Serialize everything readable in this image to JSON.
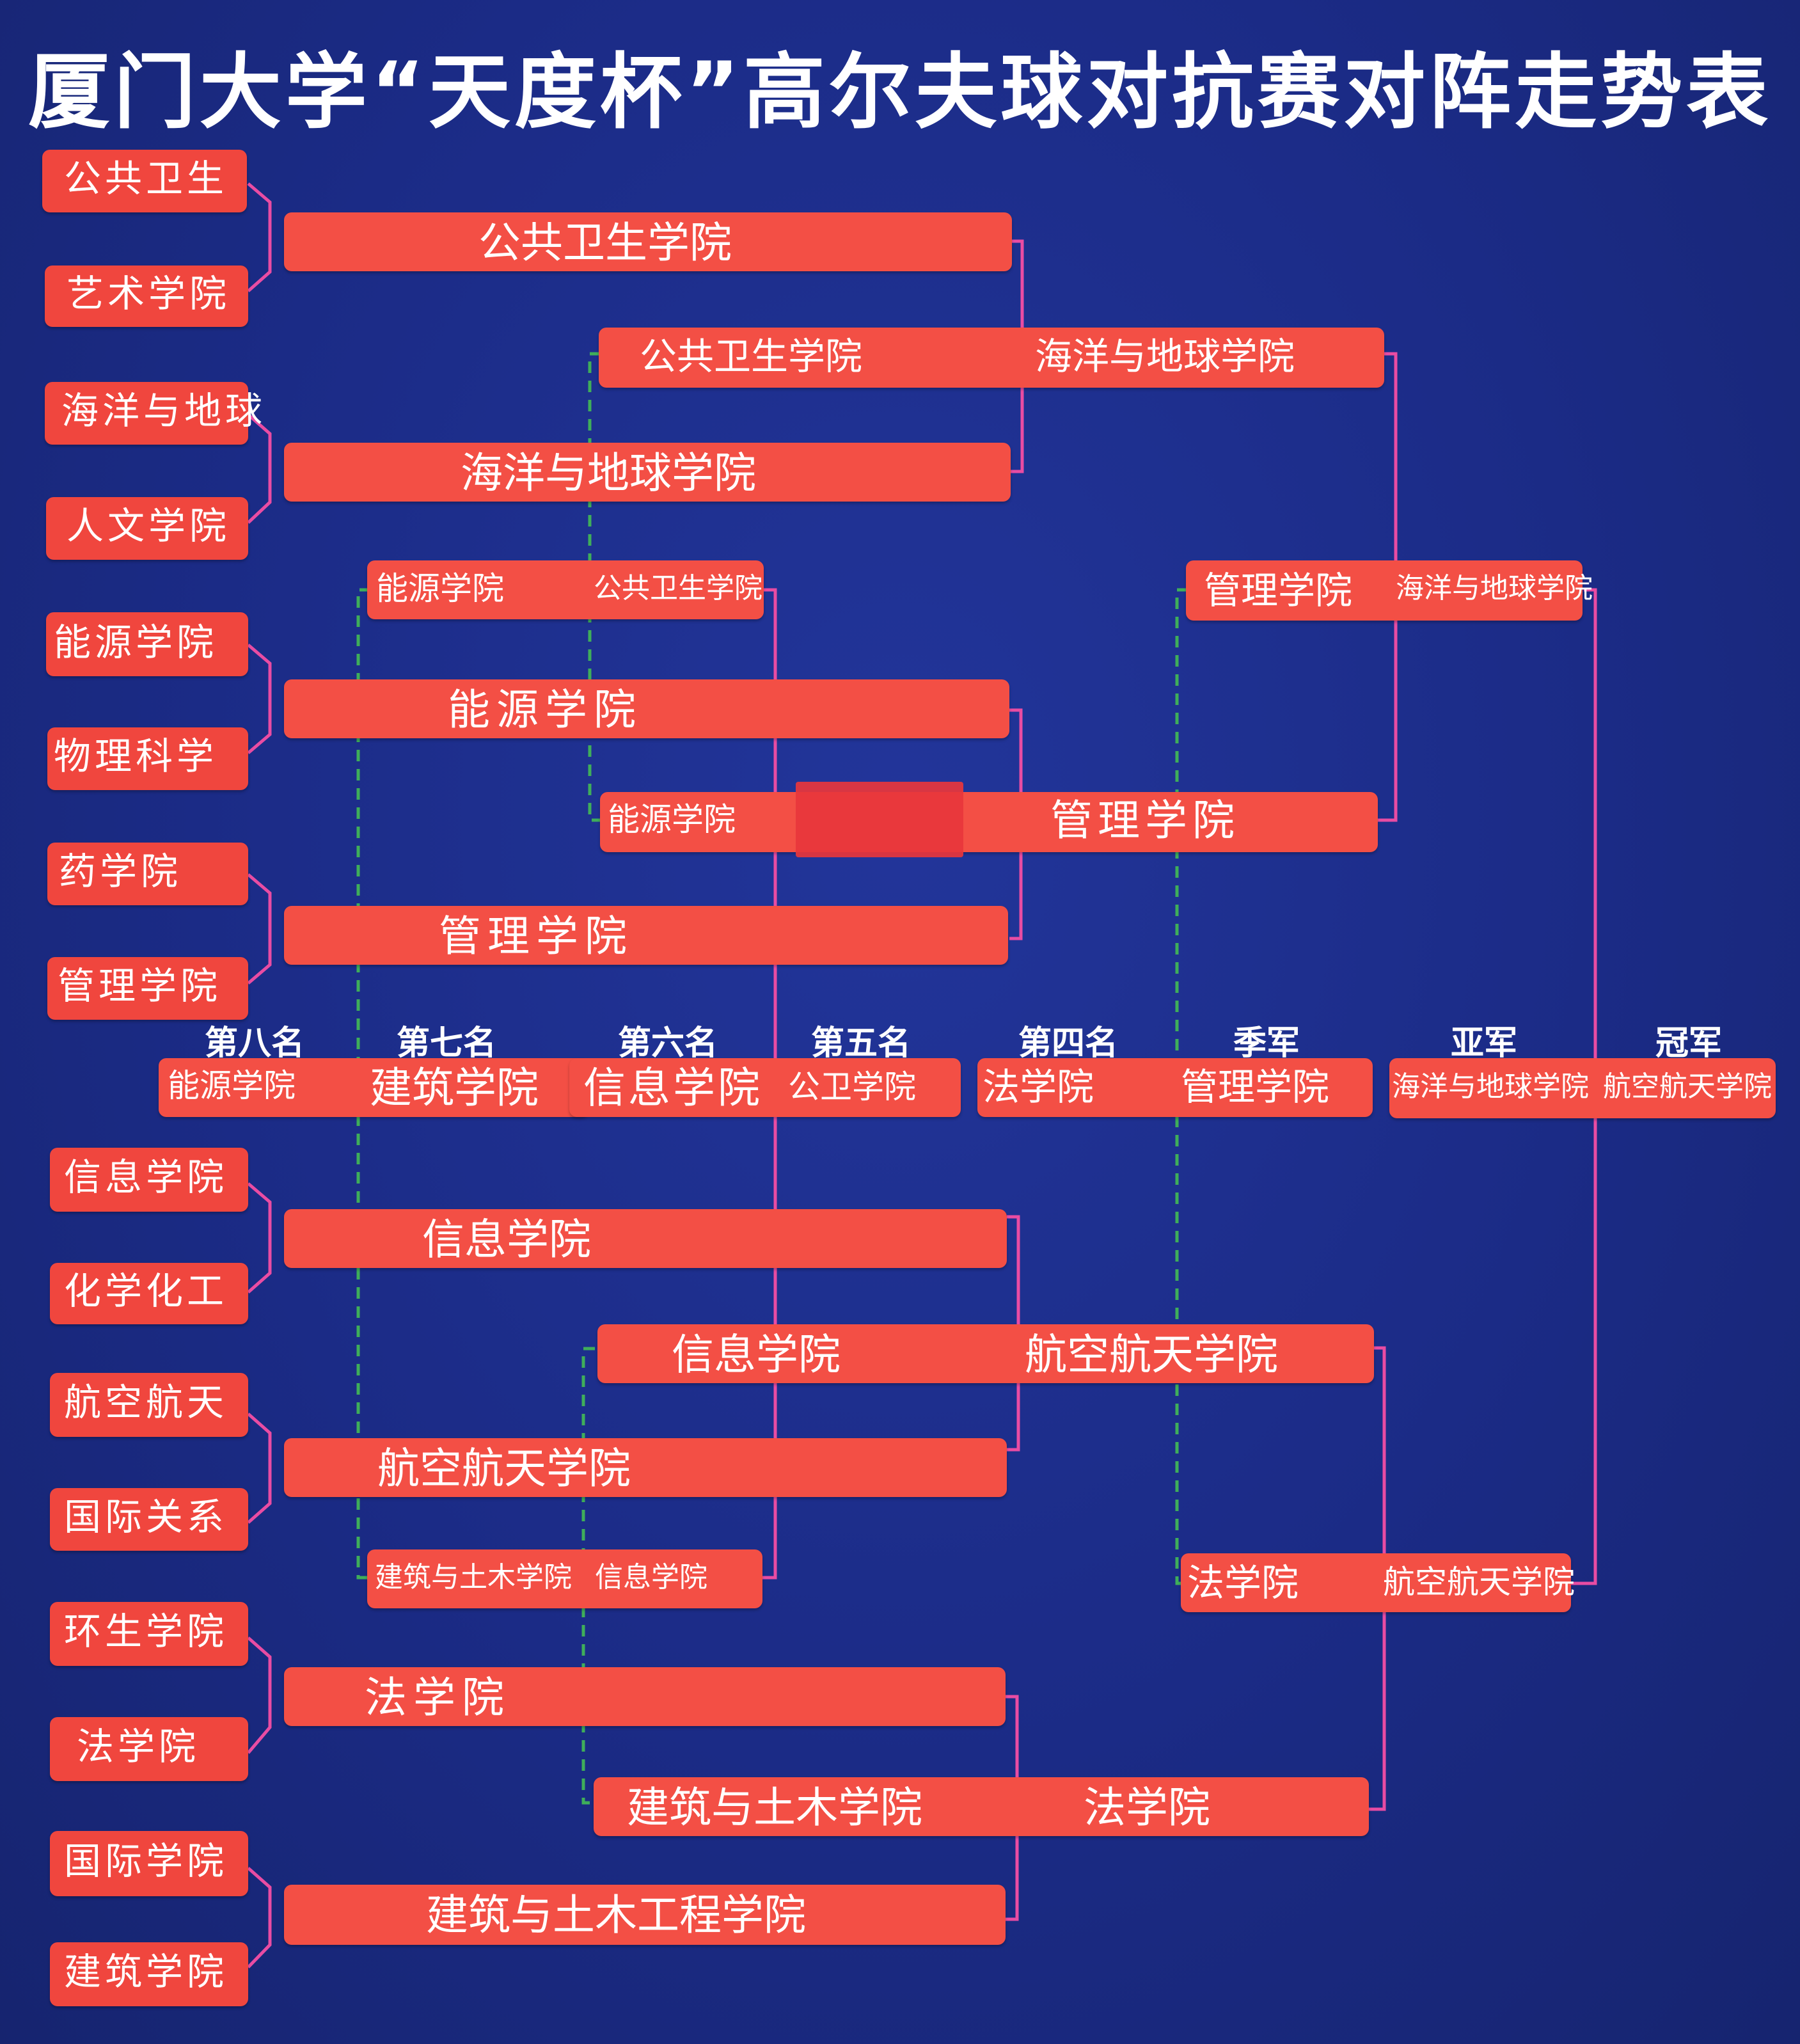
{
  "title": "厦门大学“天度杯”高尔夫球对抗赛对阵走势表",
  "colors": {
    "background": "#1c2d8a",
    "box": "#f34f45",
    "line_pink": "#e94ca3",
    "line_green": "#3fae5a"
  },
  "round1": [
    "公共卫生",
    "艺术学院",
    "海洋与地球",
    "人文学院",
    "能源学院",
    "物理科学",
    "药学院",
    "管理学院",
    "信息学院",
    "化学化工",
    "航空航天",
    "国际关系",
    "环生学院",
    "法学院",
    "国际学院",
    "建筑学院"
  ],
  "round2": [
    "公共卫生学院",
    "海洋与地球学院",
    "能源学院",
    "管理学院",
    "信息学院",
    "航空航天学院",
    "法学院",
    "建筑与土木工程学院"
  ],
  "round3": [
    {
      "left": "公共卫生学院",
      "right": "海洋与地球学院"
    },
    {
      "left": "能源学院",
      "right": "管理学院"
    },
    {
      "left": "信息学院",
      "right": "航空航天学院"
    },
    {
      "left": "建筑与土木学院",
      "right": "法学院"
    }
  ],
  "consolation_top": {
    "left": "能源学院",
    "right": "公共卫生学院"
  },
  "consolation_bottom": {
    "left": "建筑与土木学院",
    "right": "信息学院"
  },
  "semi_top": {
    "left": "管理学院",
    "right": "海洋与地球学院"
  },
  "semi_bottom": {
    "left": "法学院",
    "right": "航空航天学院"
  },
  "rankings": [
    {
      "label": "第八名",
      "value": "能源学院"
    },
    {
      "label": "第七名",
      "value": "建筑学院"
    },
    {
      "label": "第六名",
      "value": "信息学院"
    },
    {
      "label": "第五名",
      "value": "公卫学院"
    },
    {
      "label": "第四名",
      "value": "法学院"
    },
    {
      "label": "季军",
      "value": "管理学院"
    },
    {
      "label": "亚军",
      "value": "海洋与地球学院"
    },
    {
      "label": "冠军",
      "value": "航空航天学院"
    }
  ]
}
